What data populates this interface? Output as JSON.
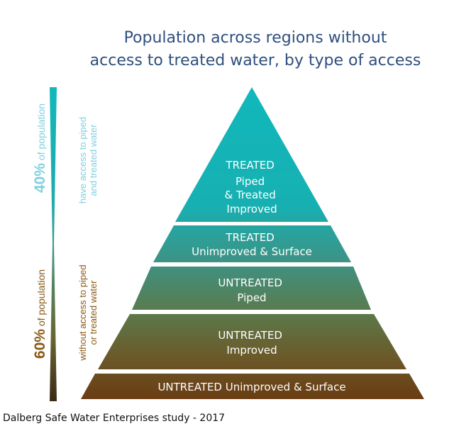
{
  "title": {
    "line1": "Population across regions without",
    "line2": "access to treated water, by type of access"
  },
  "layers": [
    {
      "lines": [
        "TREATED",
        "Piped",
        "& Treated",
        "Improved"
      ]
    },
    {
      "lines": [
        "TREATED",
        "Unimproved & Surface"
      ]
    },
    {
      "lines": [
        "UNTREATED",
        "Piped"
      ]
    },
    {
      "lines": [
        "UNTREATED",
        "Improved"
      ]
    },
    {
      "lines": [
        "UNTREATED Unimproved & Surface"
      ]
    }
  ],
  "colors": {
    "top": "#17b5b9",
    "bottom": "#6a3d12",
    "top_label": "#7fd0df",
    "bottom_label": "#8a5a14"
  },
  "side": {
    "top": {
      "pct": "40%",
      "pct_suffix": " of population",
      "desc_line1": "have access to piped",
      "desc_line2": "and treated water"
    },
    "bottom": {
      "pct": "60%",
      "pct_suffix": " of population",
      "desc_line1": "without access to piped",
      "desc_line2": "or treated water"
    }
  },
  "source": "Dalberg Safe Water Enterprises study - 2017"
}
